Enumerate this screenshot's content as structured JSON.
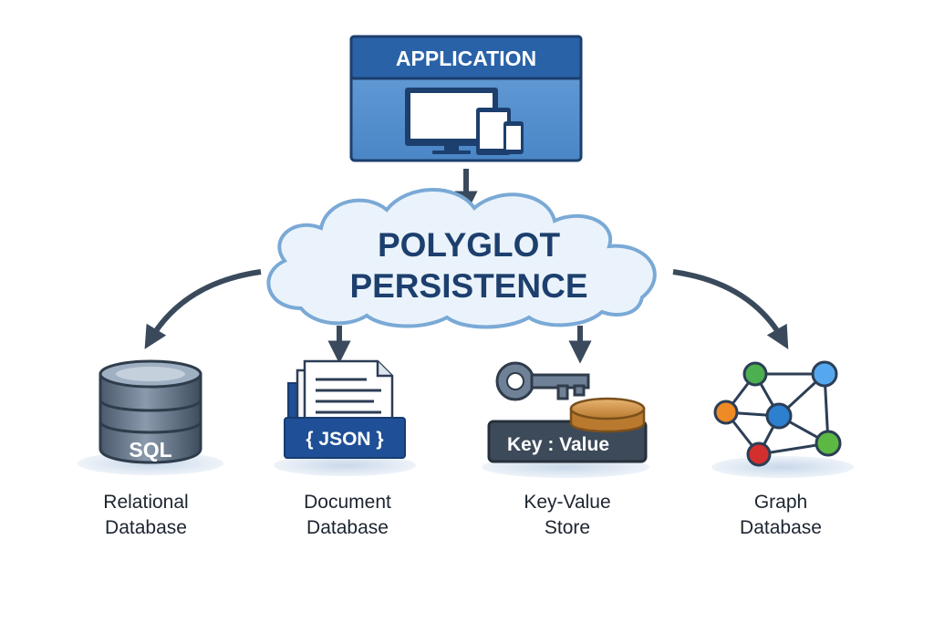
{
  "colors": {
    "navy": "#1d3f6e",
    "app_blue": "#2f6fb6",
    "app_light": "#5a93d0",
    "arrow": "#3a4a5c",
    "cloud_fill": "#eaf3fb",
    "cloud_stroke": "#7aa9d6",
    "slate": "#3d4a59",
    "json_blue": "#1f4f96",
    "coin": "#d59a4a",
    "node_green": "#4caf50",
    "node_blue": "#2d7fd0",
    "node_orange": "#f08a24",
    "node_red": "#d32f2f"
  },
  "application": {
    "title": "APPLICATION",
    "icon": "devices-icon"
  },
  "hub": {
    "line1": "POLYGLOT",
    "line2": "PERSISTENCE"
  },
  "databases": [
    {
      "icon": "database-cylinder-icon",
      "badge": "SQL",
      "label_line1": "Relational",
      "label_line2": "Database"
    },
    {
      "icon": "document-stack-icon",
      "badge": "{ JSON }",
      "label_line1": "Document",
      "label_line2": "Database"
    },
    {
      "icon": "key-icon",
      "badge": "Key : Value",
      "label_line1": "Key-Value",
      "label_line2": "Store"
    },
    {
      "icon": "graph-network-icon",
      "badge": "",
      "label_line1": "Graph",
      "label_line2": "Database"
    }
  ]
}
